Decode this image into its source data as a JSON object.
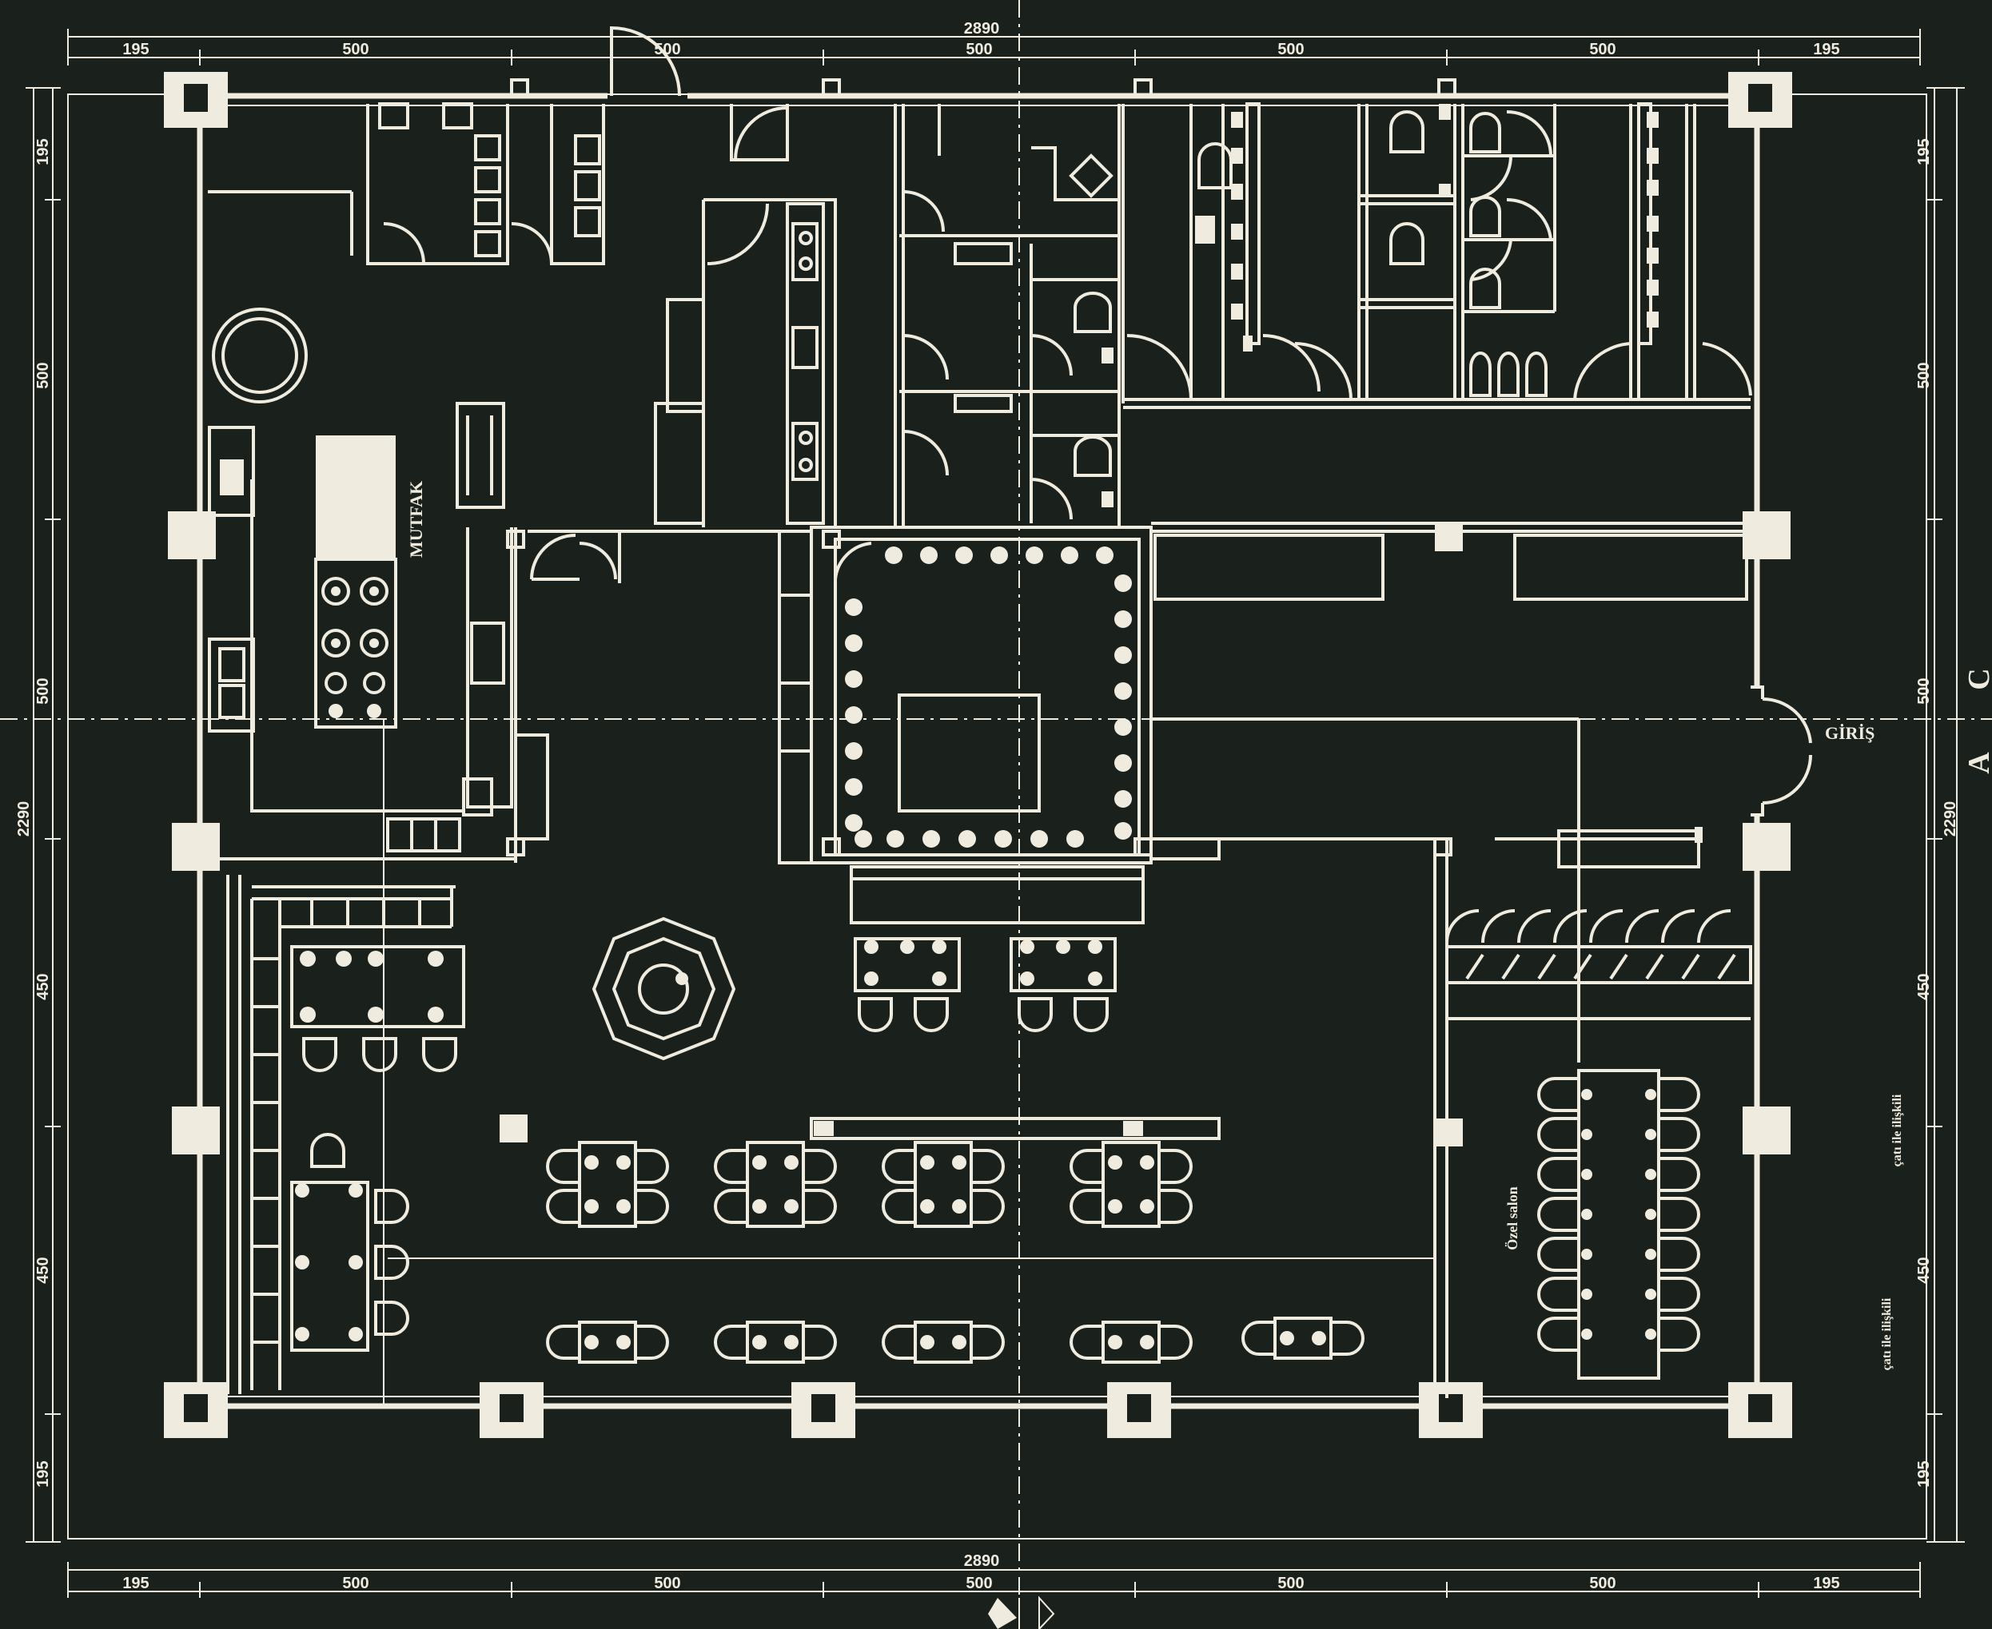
{
  "plan": {
    "rooms": {
      "kitchen": "MUTFAK",
      "entrance": "GİRİŞ",
      "private_hall": "Özel salon"
    },
    "annotations": {
      "right_top": "çatı ile ilişkili",
      "right_bottom": "çatı ile ilişkili"
    },
    "section_marks": {
      "a": "A",
      "c": "C"
    },
    "dimensions": {
      "top_total": "2890",
      "top_segments": [
        "195",
        "500",
        "500",
        "500",
        "500",
        "500",
        "195"
      ],
      "bottom_total": "2890",
      "bottom_segments": [
        "195",
        "500",
        "500",
        "500",
        "500",
        "500",
        "195"
      ],
      "left_total": "2290",
      "left_segments": [
        "195",
        "500",
        "500",
        "450",
        "450",
        "195"
      ],
      "right_total": "2290",
      "right_segments": [
        "195",
        "500",
        "500",
        "450",
        "450",
        "195"
      ]
    }
  }
}
